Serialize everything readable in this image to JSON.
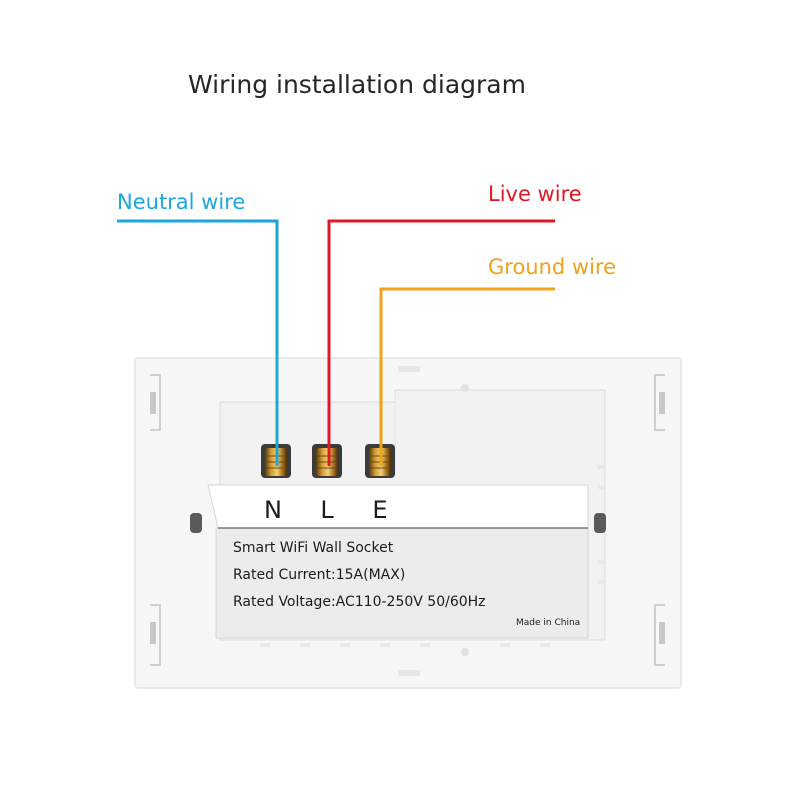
{
  "title": "Wiring installation diagram",
  "wires": {
    "neutral": {
      "label": "Neutral wire",
      "color": "#1aa8da"
    },
    "live": {
      "label": "Live wire",
      "color": "#e01825"
    },
    "ground": {
      "label": "Ground wire",
      "color": "#f0a21a"
    }
  },
  "terminals": {
    "n": "N",
    "l": "L",
    "e": "E"
  },
  "product_label": {
    "name": "Smart WiFi Wall Socket",
    "current": "Rated Current:15A(MAX)",
    "voltage": "Rated Voltage:AC110-250V 50/60Hz",
    "origin": "Made in China"
  }
}
